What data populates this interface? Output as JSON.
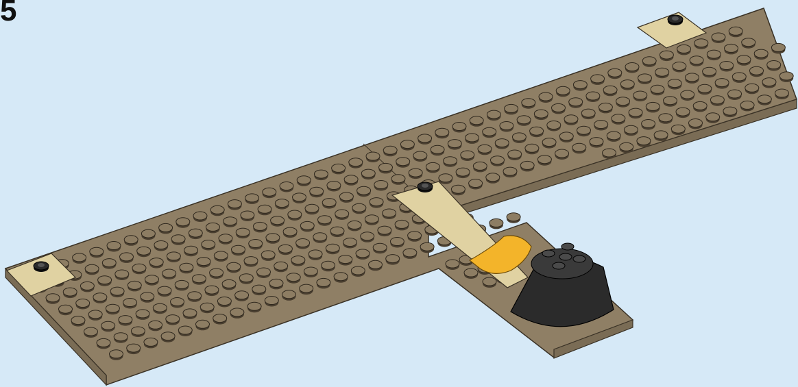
{
  "step_number": "5",
  "colors": {
    "background": "#d6e9f7",
    "plate": "#8f7f65",
    "plate_side": "#7a6c55",
    "tan_tile": "#e0d2a2",
    "black_cone": "#2b2b2b",
    "pearl_gold": "#f3b42a"
  },
  "parts": [
    "baseplate-left",
    "baseplate-right",
    "baseplate-center-strip",
    "tan-tile-1x1",
    "tan-tile-1x4",
    "black-cone",
    "pearl-gold-leaves"
  ]
}
